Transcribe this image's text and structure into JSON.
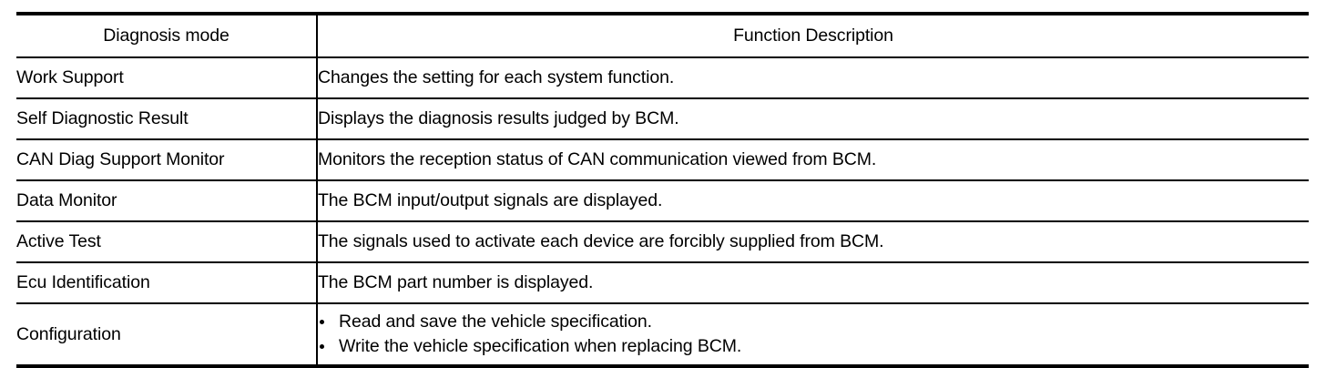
{
  "table": {
    "name": "diagnosis-mode-function-description-table",
    "columns": [
      {
        "key": "mode",
        "header": "Diagnosis mode",
        "align": "center"
      },
      {
        "key": "description",
        "header": "Function Description",
        "align": "center"
      }
    ],
    "rows": [
      {
        "mode": "Work Support",
        "description": "Changes the setting for each system function.",
        "type": "text"
      },
      {
        "mode": "Self Diagnostic Result",
        "description": "Displays the diagnosis results judged by BCM.",
        "type": "text"
      },
      {
        "mode": "CAN Diag Support Monitor",
        "description": "Monitors the reception status of CAN communication viewed from BCM.",
        "type": "text"
      },
      {
        "mode": "Data Monitor",
        "description": "The BCM input/output signals are displayed.",
        "type": "text"
      },
      {
        "mode": "Active Test",
        "description": "The signals used to activate each device are forcibly supplied from BCM.",
        "type": "text"
      },
      {
        "mode": "Ecu Identification",
        "description": "The BCM part number is displayed.",
        "type": "text"
      },
      {
        "mode": "Configuration",
        "type": "bullets",
        "bullets": [
          "Read and save the vehicle specification.",
          "Write the vehicle specification when replacing BCM."
        ]
      }
    ]
  },
  "style": {
    "text_color": "#000000",
    "background_color": "#ffffff",
    "rule_color": "#000000"
  }
}
